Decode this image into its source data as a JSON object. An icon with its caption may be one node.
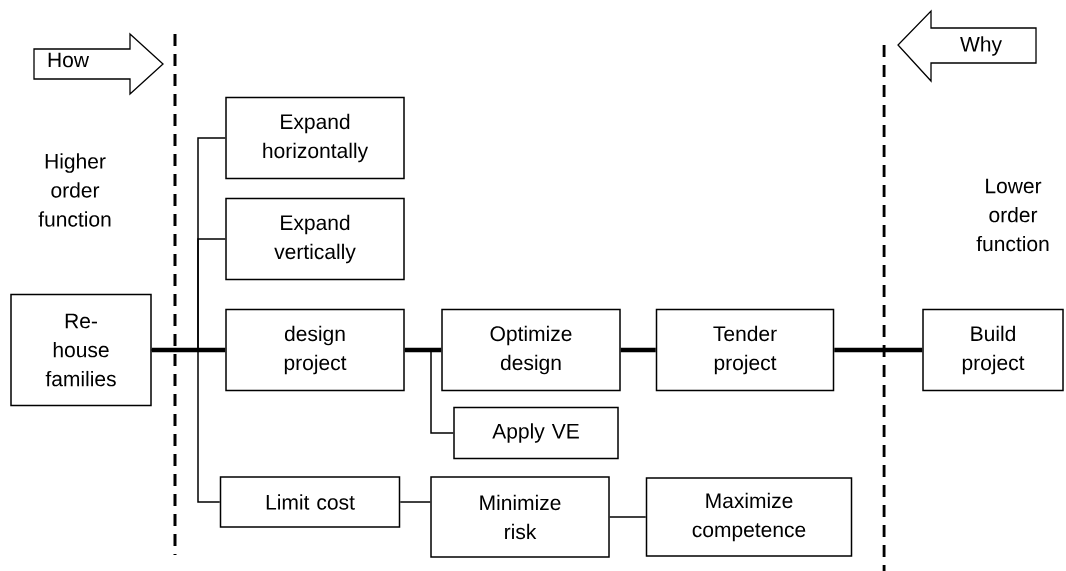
{
  "diagram": {
    "nodes": [
      {
        "text": [
          "How"
        ]
      },
      {
        "text": [
          "Why"
        ]
      },
      {
        "text": [
          "Re-house families"
        ]
      },
      {
        "text": [
          "Expand horizontally"
        ]
      },
      {
        "text": [
          "Expand vertically"
        ]
      },
      {
        "text": [
          "design project"
        ]
      },
      {
        "text": [
          "Optimize design"
        ]
      },
      {
        "text": [
          "Tender project"
        ]
      },
      {
        "text": [
          "Build project"
        ]
      },
      {
        "text": [
          "Apply VE"
        ]
      },
      {
        "text": [
          "Limit cost"
        ]
      },
      {
        "text": [
          "Minimize risk"
        ]
      },
      {
        "text": [
          "Maximize competence"
        ]
      }
    ],
    "edges": [
      {
        "from": 2,
        "to": 5,
        "arrow": "none",
        "style": "thick"
      },
      {
        "from": 2,
        "to": 3,
        "arrow": "none"
      },
      {
        "from": 2,
        "to": 4,
        "arrow": "none"
      },
      {
        "from": 2,
        "to": 10,
        "arrow": "none"
      },
      {
        "from": 5,
        "to": 6,
        "arrow": "none",
        "style": "thick"
      },
      {
        "from": 5,
        "to": 9,
        "arrow": "none"
      },
      {
        "from": 6,
        "to": 7,
        "arrow": "none",
        "style": "thick"
      },
      {
        "from": 7,
        "to": 8,
        "arrow": "none",
        "style": "thick"
      },
      {
        "from": 10,
        "to": 11,
        "arrow": "none"
      },
      {
        "from": 11,
        "to": 12,
        "arrow": "none"
      }
    ],
    "labels": [
      "Higher order function",
      "Lower order function"
    ]
  }
}
